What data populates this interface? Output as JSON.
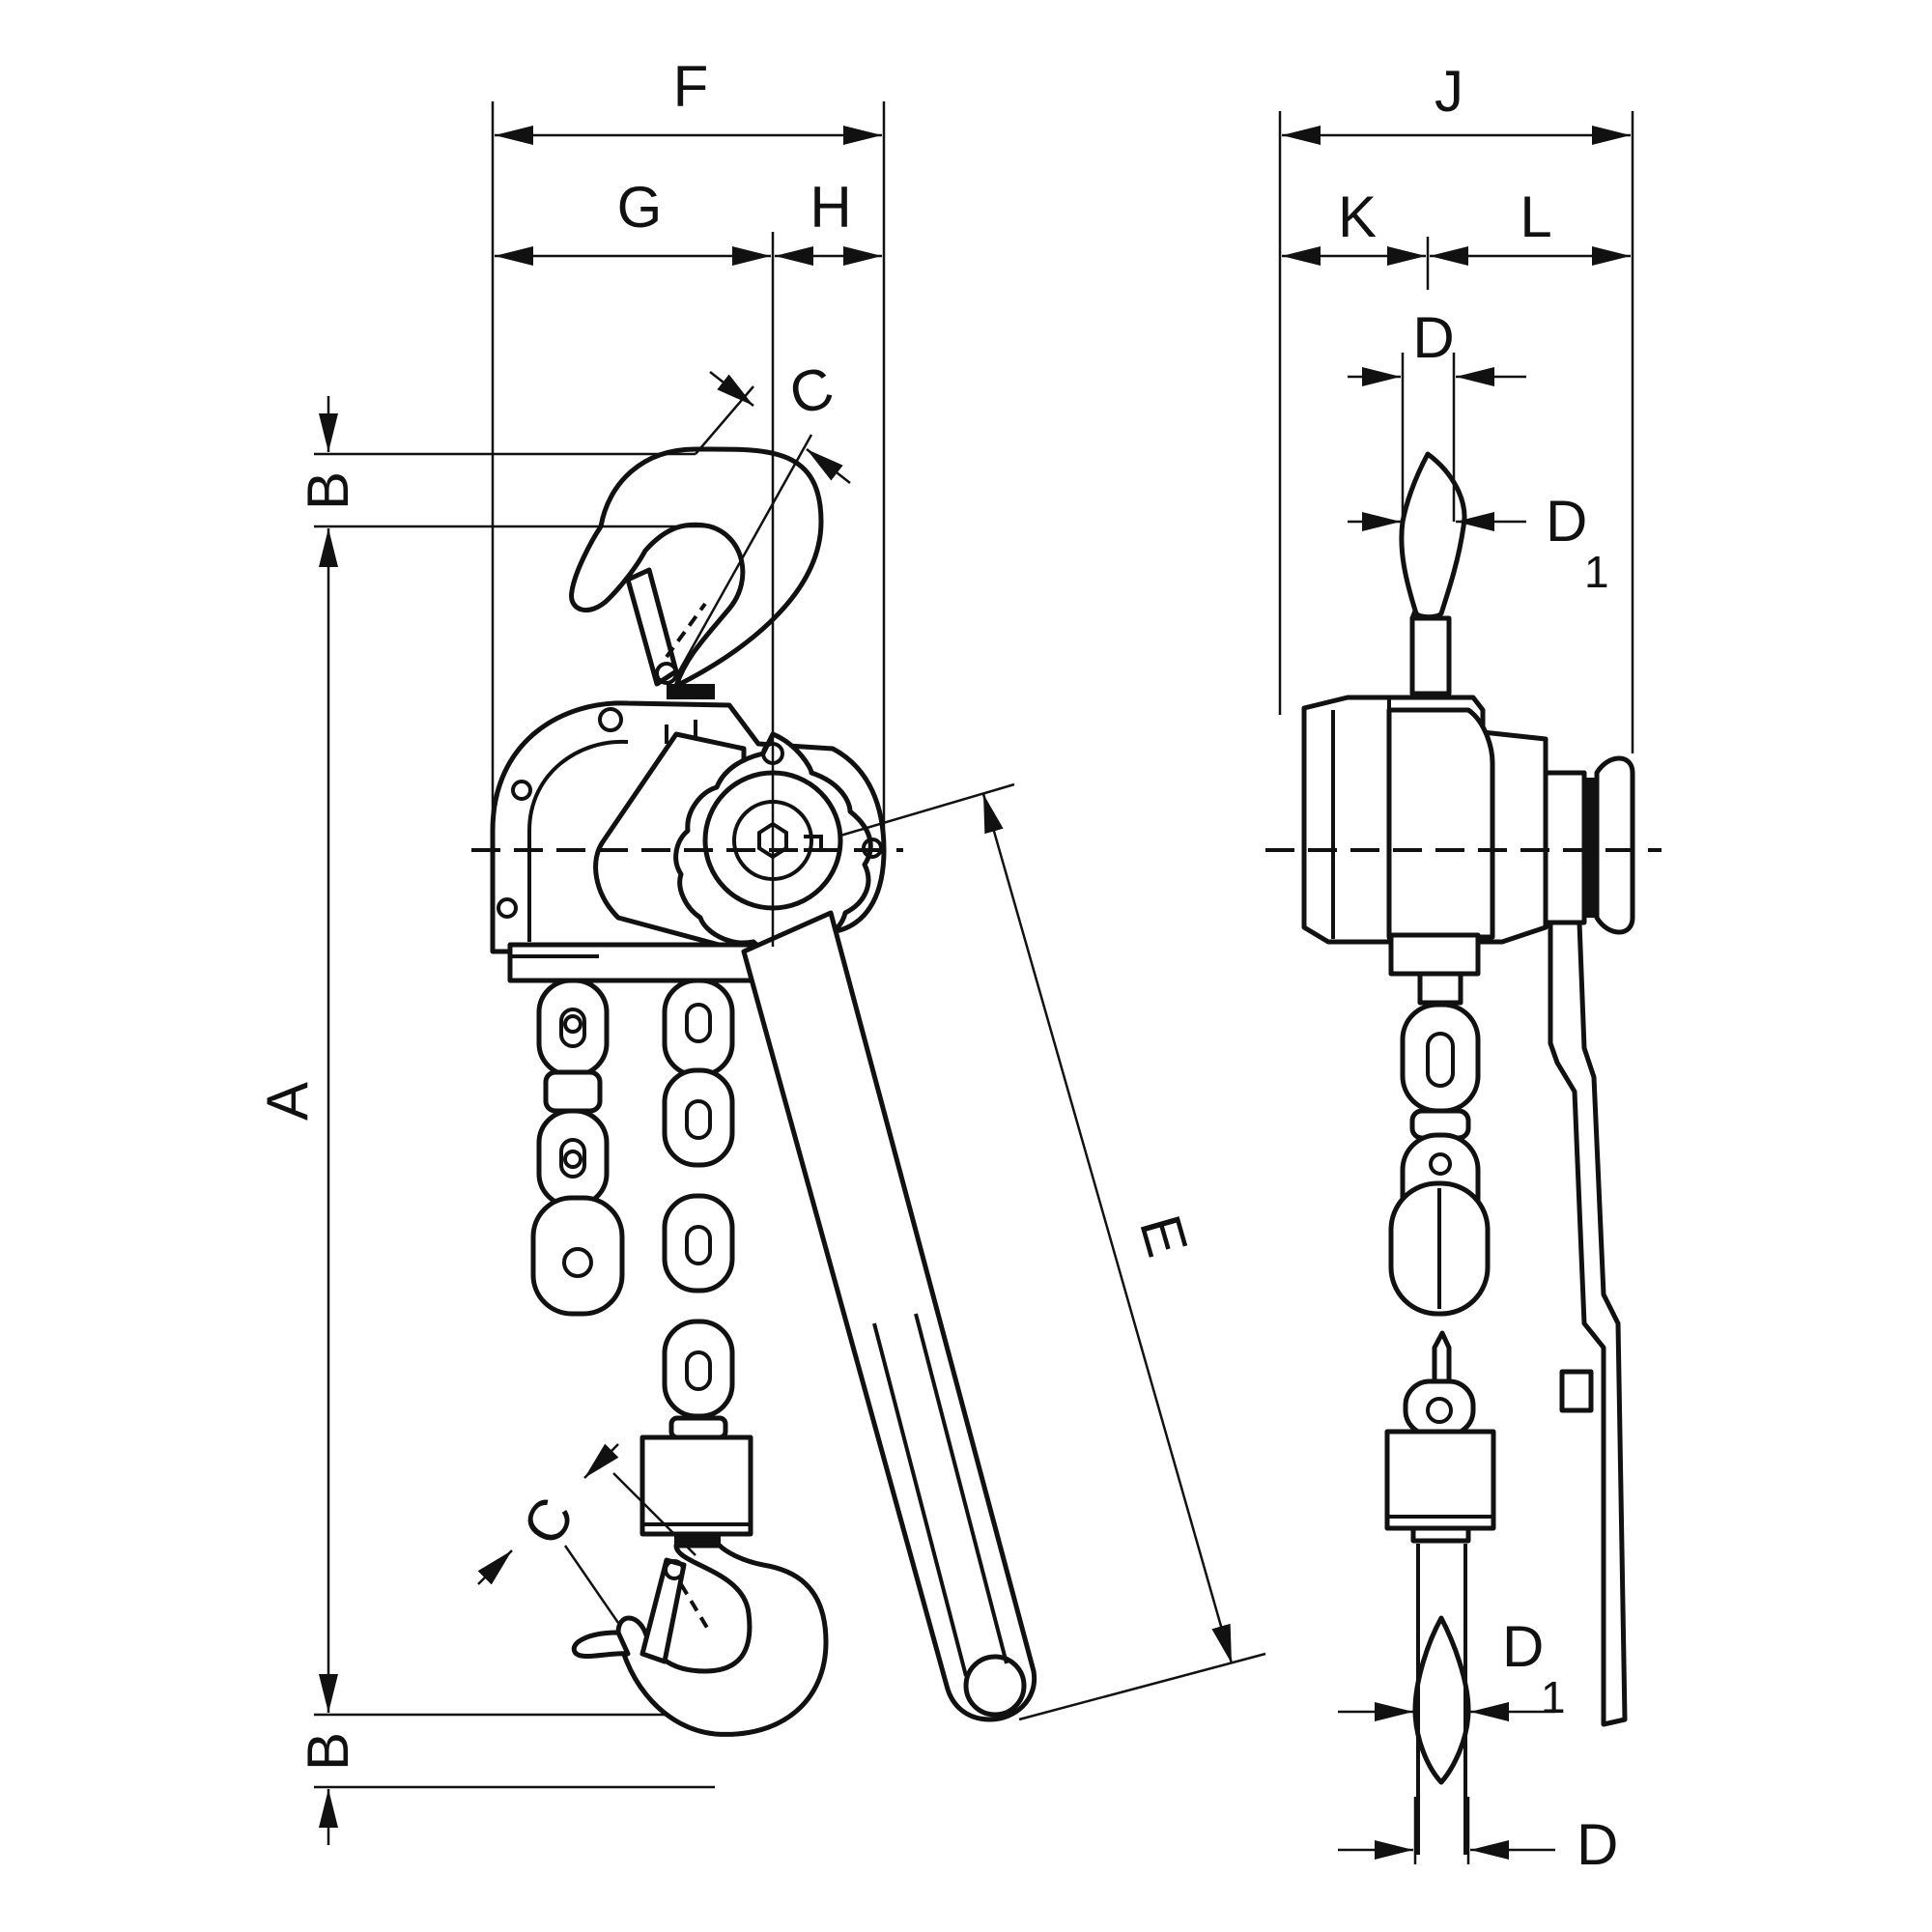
{
  "labels": {
    "A": "A",
    "B": "B",
    "C": "C",
    "D": "D",
    "D1_main": "D",
    "D1_sub": "1",
    "E": "E",
    "F": "F",
    "G": "G",
    "H": "H",
    "J": "J",
    "K": "K",
    "L": "L"
  }
}
